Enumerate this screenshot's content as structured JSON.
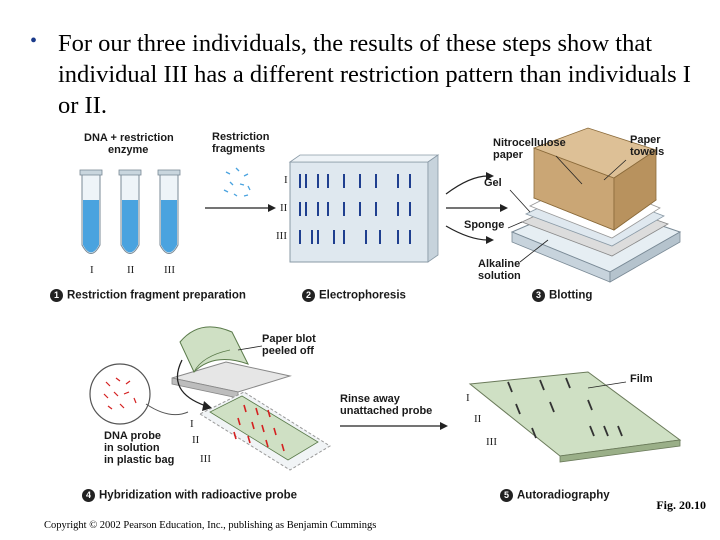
{
  "bullet": {
    "symbol": "•",
    "text": "For our three individuals, the results of these steps show that individual III has a different restriction pattern than individuals I or II."
  },
  "labels": {
    "dna_enzyme_1": "DNA + restriction",
    "dna_enzyme_2": "enzyme",
    "fragments_1": "Restriction",
    "fragments_2": "fragments",
    "nitro_1": "Nitrocellulose",
    "nitro_2": "paper",
    "towels_1": "Paper",
    "towels_2": "towels",
    "gel": "Gel",
    "sponge": "Sponge",
    "alkaline_1": "Alkaline",
    "alkaline_2": "solution",
    "peeled_1": "Paper blot",
    "peeled_2": "peeled off",
    "probe_1": "DNA probe",
    "probe_2": "in solution",
    "probe_3": "in plastic bag",
    "rinse_1": "Rinse away",
    "rinse_2": "unattached probe",
    "film": "Film"
  },
  "roman": {
    "i": "I",
    "ii": "II",
    "iii": "III"
  },
  "steps": [
    {
      "num": "1",
      "label": "Restriction fragment preparation"
    },
    {
      "num": "2",
      "label": "Electrophoresis"
    },
    {
      "num": "3",
      "label": "Blotting"
    },
    {
      "num": "4",
      "label": "Hybridization with radioactive probe"
    },
    {
      "num": "5",
      "label": "Autoradiography"
    }
  ],
  "figure_ref": "Fig. 20.10",
  "copyright": "Copyright © 2002 Pearson Education, Inc., publishing as Benjamin Cummings",
  "colors": {
    "tube_liquid": "#4aa3df",
    "gel": "#dfe8ef",
    "band": "#1f3f8f",
    "towel": "#d8b88a",
    "blot": "#cfe0c4",
    "probe_band": "#d42020",
    "film_band": "#333333"
  }
}
